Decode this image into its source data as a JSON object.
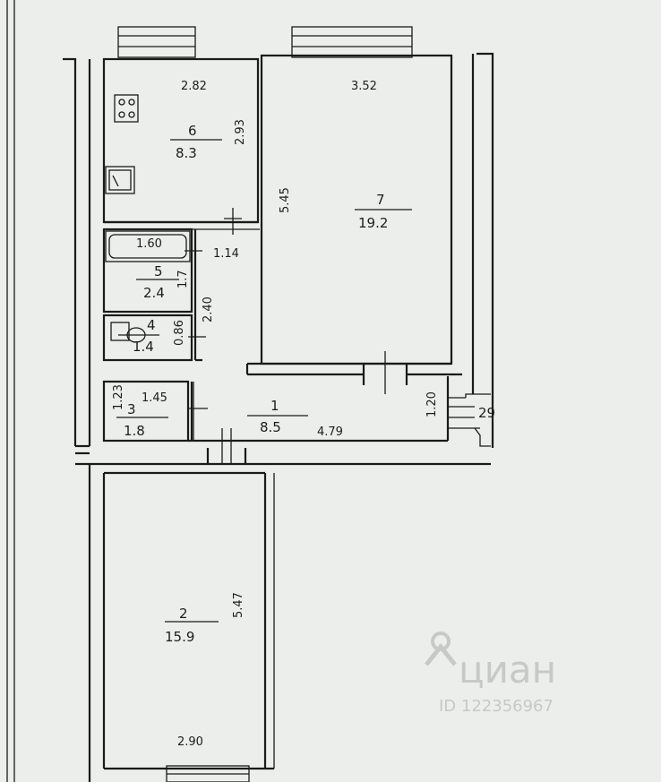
{
  "rooms": [
    {
      "number": "1",
      "area": "8.5",
      "dim": "4.79",
      "dim2": "1.20"
    },
    {
      "number": "2",
      "area": "15.9",
      "dim": "5.47",
      "dim2": "2.90"
    },
    {
      "number": "3",
      "area": "1.8",
      "dim": "1.45",
      "dim2": "1.23"
    },
    {
      "number": "4",
      "area": "1.4",
      "dim": "0.86"
    },
    {
      "number": "5",
      "area": "2.4",
      "dim": "1.60",
      "dim2": "2.40",
      "dim3": "1.14",
      "dim4": "1.7"
    },
    {
      "number": "6",
      "area": "8.3",
      "dim": "2.82",
      "dim2": "2.93"
    },
    {
      "number": "7",
      "area": "19.2",
      "dim": "3.52",
      "dim2": "5.45"
    }
  ],
  "misc": {
    "stair_label": "29"
  },
  "watermark": {
    "brand": "циан",
    "id_text": "ID 122356967"
  },
  "colors": {
    "paper": "#eceeec",
    "ink": "#1a1a1a",
    "watermark": "#c7c9c7"
  }
}
